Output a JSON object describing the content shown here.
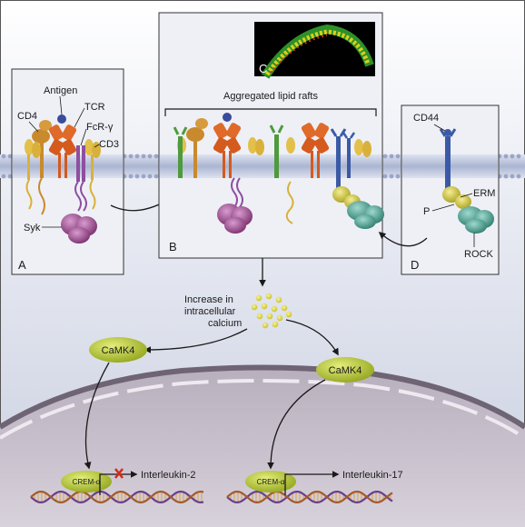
{
  "panels": {
    "a": {
      "letter": "A",
      "labels": {
        "antigen": "Antigen",
        "tcr": "TCR",
        "cd4": "CD4",
        "fcr": "FcR-γ",
        "cd3": "CD3",
        "syk": "Syk"
      }
    },
    "b": {
      "letter": "B",
      "rafts": "Aggregated lipid rafts"
    },
    "c": {
      "letter": "C"
    },
    "d": {
      "letter": "D",
      "labels": {
        "cd44": "CD44",
        "erm": "ERM",
        "p": "P",
        "rock": "ROCK"
      }
    }
  },
  "calcium": {
    "line1": "Increase in",
    "line2": "intracellular",
    "line3": "calcium"
  },
  "camk4_left": "CaMK4",
  "camk4_right": "CaMK4",
  "crem_left": "CREM-α",
  "crem_right": "CREM-α",
  "gene_left": "Interleukin-2",
  "gene_right": "Interleukin-17",
  "colors": {
    "membrane": "#bcc6de",
    "cytoplasm": "#d5dae8",
    "nucleus": "#c9c1ce",
    "envelope": "#8a7c8e",
    "camk": "#b8c92e",
    "tcr": "#e06a2a",
    "syk": "#a24a94",
    "erm": "#d9cf3b",
    "rock": "#4fa99a"
  }
}
